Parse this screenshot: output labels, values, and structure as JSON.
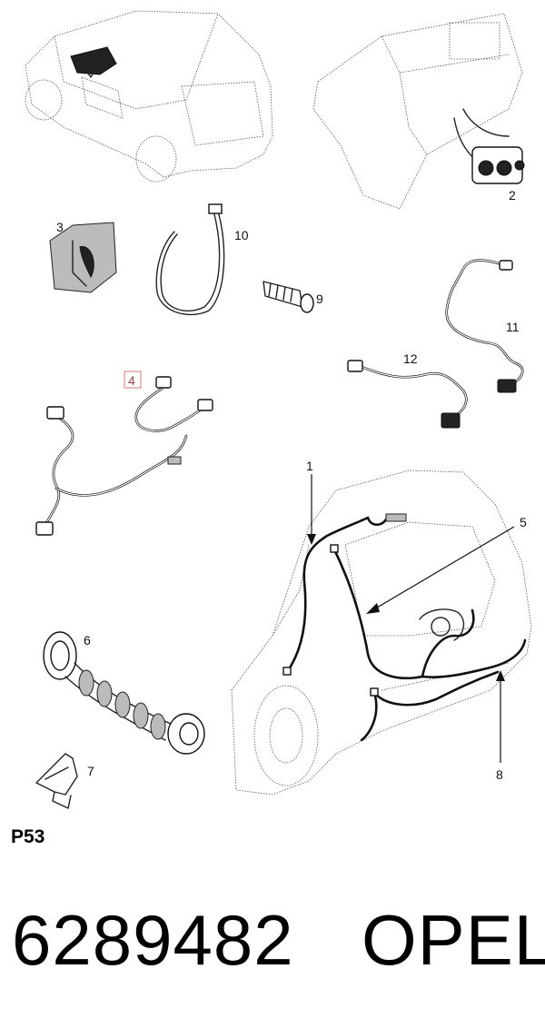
{
  "callouts": {
    "c1": "1",
    "c2": "2",
    "c3": "3",
    "c4": "4",
    "c5": "5",
    "c6": "6",
    "c7": "7",
    "c8": "8",
    "c9": "9",
    "c10": "10",
    "c11": "11",
    "c12": "12"
  },
  "highlighted_callout": "4",
  "page_code": "P53",
  "part_number": "6289482",
  "brand": "OPEL"
}
